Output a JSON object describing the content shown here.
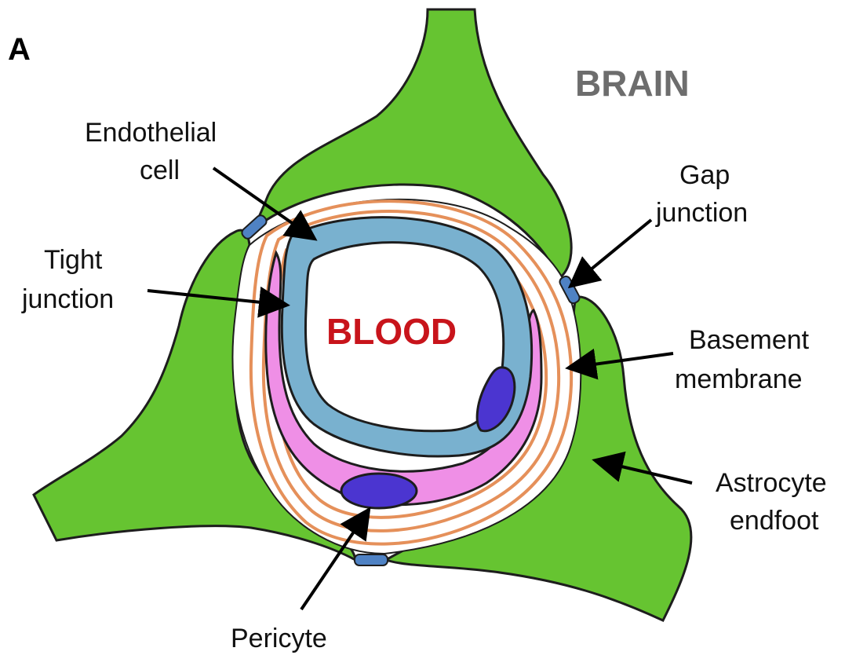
{
  "panel_label": "A",
  "region_labels": {
    "brain": "BRAIN",
    "blood": "BLOOD"
  },
  "labels": {
    "endothelial_line1": "Endothelial",
    "endothelial_line2": "cell",
    "tight_line1": "Tight",
    "tight_line2": "junction",
    "gap_line1": "Gap",
    "gap_line2": "junction",
    "basement_line1": "Basement",
    "basement_line2": "membrane",
    "astrocyte_line1": "Astrocyte",
    "astrocyte_line2": "endfoot",
    "pericyte": "Pericyte"
  },
  "colors": {
    "astrocyte": "#66c431",
    "endothelium": "#79b1cf",
    "pericyte": "#ef8fe6",
    "nucleus": "#4b35d0",
    "basement_membrane": "#e5905a",
    "gap_junction": "#4f82c4",
    "brain_text": "#6d6d6d",
    "blood_text": "#c8141b"
  }
}
